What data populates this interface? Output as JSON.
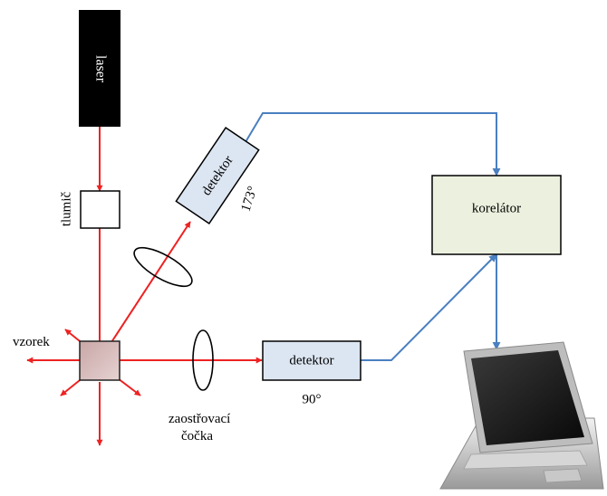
{
  "labels": {
    "laser": "laser",
    "attenuator": "tlumič",
    "sample": "vzorek",
    "detector_back": "detektor",
    "angle_back": "173°",
    "detector_side": "detektor",
    "angle_side": "90°",
    "correlator": "korelátor",
    "lens_line1": "zaostřovací",
    "lens_line2": "čočka"
  },
  "colors": {
    "laser_beam": "#ee2222",
    "signal_line": "#4a7fc0",
    "detector_fill": "#dce6f2",
    "correlator_fill": "#ebf1de",
    "sample_fill": "#d8b8b8",
    "laser_body": "#000000"
  },
  "icons": {
    "computer": "laptop-icon"
  }
}
